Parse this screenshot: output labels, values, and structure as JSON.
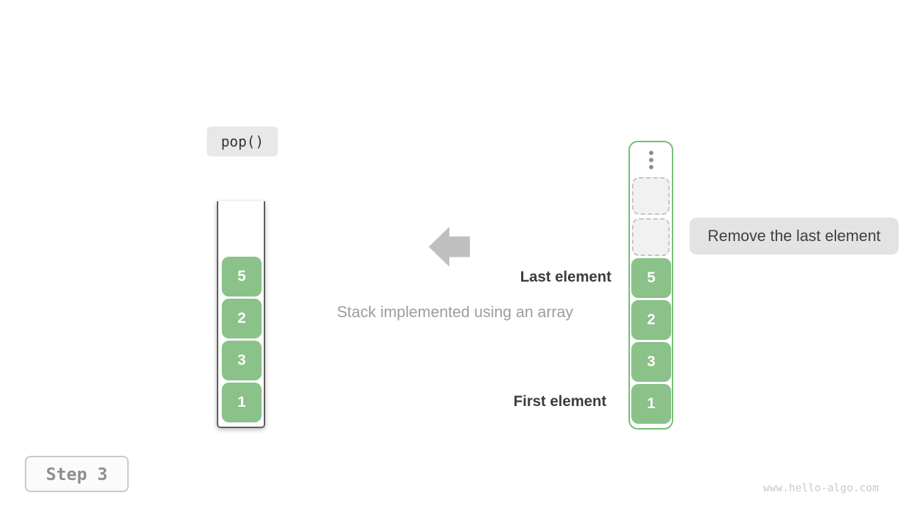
{
  "operation_label": "pop()",
  "caption": "Stack implemented using an array",
  "labels": {
    "last_element": "Last element",
    "first_element": "First element",
    "tooltip": "Remove the last element",
    "step": "Step 3"
  },
  "watermark": "www.hello-algo.com",
  "stacks": {
    "left": {
      "values": [
        "5",
        "2",
        "3",
        "1"
      ]
    },
    "right": {
      "values": [
        "5",
        "2",
        "3",
        "1"
      ],
      "empty_slots": 2
    }
  },
  "icons": {
    "arrow": "arrow-left",
    "ellipsis": "vertical-ellipsis"
  },
  "colors": {
    "cell_green": "#8ac28a",
    "container_green_border": "#72be72",
    "container_dark_border": "#5c5c5c",
    "arrow_gray": "#bfbfbf",
    "tooltip_bg": "#e3e3e3",
    "op_box_bg": "#e8e8e8",
    "empty_slot_bg": "#f1f1f1",
    "empty_slot_border": "#c4c4c4",
    "label_dark": "#3b3b3b",
    "caption_gray": "#9d9d9d",
    "step_text": "#8f8f8f",
    "watermark_gray": "#c9c9c9"
  }
}
